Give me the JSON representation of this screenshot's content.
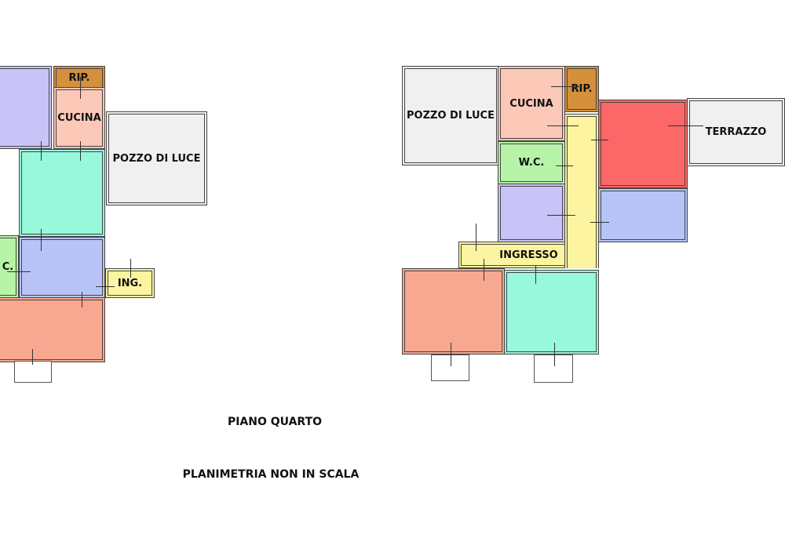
{
  "left_plan": {
    "rooms": [
      {
        "label": "",
        "color": "#c8c4f8"
      },
      {
        "label": "RIP.",
        "color": "#d4903c"
      },
      {
        "label": "CUCINA",
        "color": "#fcc8b8"
      },
      {
        "label": "POZZO DI LUCE",
        "color": "#f0f0f0"
      },
      {
        "label": "",
        "color": "#98f8dc"
      },
      {
        "label": "C.",
        "color": "#b8f4a8"
      },
      {
        "label": "",
        "color": "#b8c4f8"
      },
      {
        "label": "ING.",
        "color": "#fcf4a0"
      },
      {
        "label": "",
        "color": "#f8a890"
      }
    ]
  },
  "right_plan": {
    "rooms": [
      {
        "label": "POZZO DI LUCE",
        "color": "#f0f0f0"
      },
      {
        "label": "CUCINA",
        "color": "#fcc8b8"
      },
      {
        "label": "RIP.",
        "color": "#d4903c"
      },
      {
        "label": "",
        "color": "#fc6868"
      },
      {
        "label": "TERRAZZO",
        "color": "#f0f0f0"
      },
      {
        "label": "W.C.",
        "color": "#b8f4a8"
      },
      {
        "label": "",
        "color": "#c8c4f8"
      },
      {
        "label": "",
        "color": "#b8c4f8"
      },
      {
        "label": "INGRESSO",
        "color": "#fcf4a0"
      },
      {
        "label": "",
        "color": "#f8a890"
      },
      {
        "label": "",
        "color": "#98f8dc"
      }
    ]
  },
  "captions": {
    "floor": "PIANO QUARTO",
    "note": "PLANIMETRIA NON IN SCALA"
  }
}
